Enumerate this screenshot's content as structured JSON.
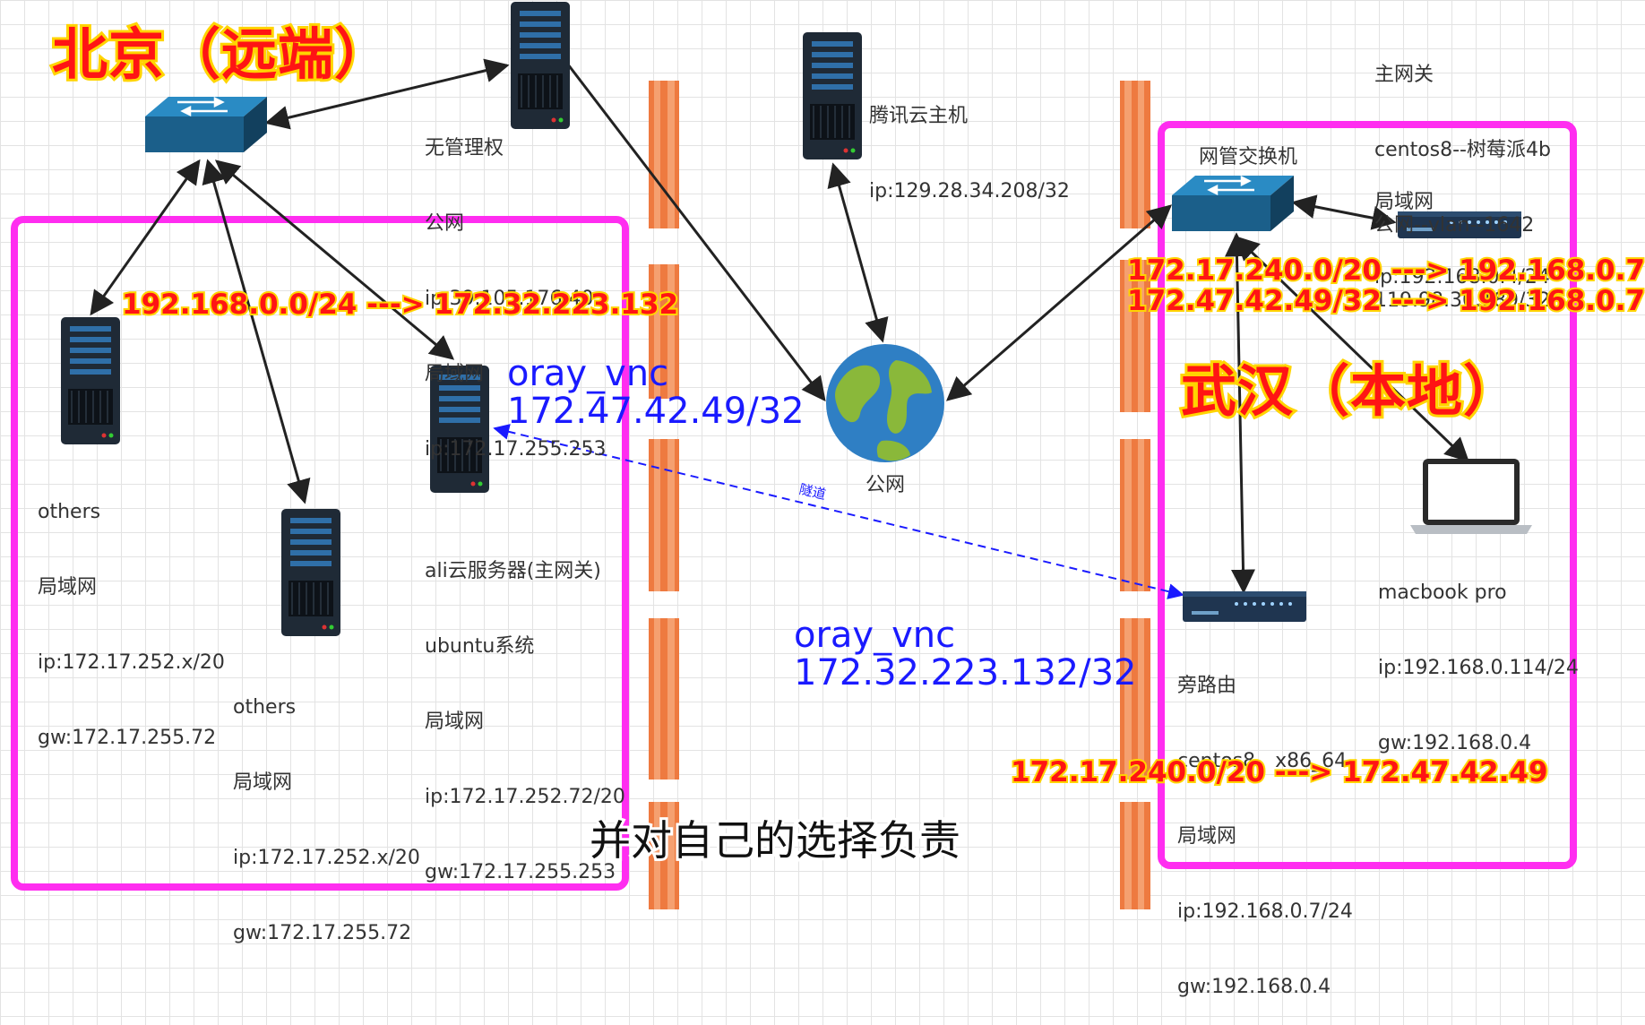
{
  "titles": {
    "beijing": "北京（远端）",
    "wuhan": "武汉（本地）"
  },
  "nodes": {
    "unmanaged_server": {
      "lines": [
        "无管理权",
        "公网",
        "ip:39.105.176.40",
        "局域网",
        "ip:172.17.255.253"
      ]
    },
    "tencent": {
      "lines": [
        "腾讯云主机",
        "ip:129.28.34.208/32"
      ]
    },
    "main_gateway": {
      "lines": [
        "主网关",
        "centos8--树莓派4b",
        "公网--vlan--1642",
        "119.98.30.189/32"
      ]
    },
    "managed_switch": {
      "label": "网管交换机"
    },
    "lan_router": {
      "lines": [
        "局域网",
        "ip:192.168.0.4/24"
      ]
    },
    "others_left": {
      "lines": [
        "others",
        "局域网",
        "ip:172.17.252.x/20",
        "gw:172.17.255.72"
      ]
    },
    "others_bottom": {
      "lines": [
        "others",
        "局域网",
        "ip:172.17.252.x/20",
        "gw:172.17.255.72"
      ]
    },
    "ali_server": {
      "lines": [
        "ali云服务器(主网关)",
        "ubuntu系统",
        "局域网",
        "ip:172.17.252.72/20",
        "gw:172.17.255.253"
      ]
    },
    "internet": {
      "label": "公网"
    },
    "macbook": {
      "lines": [
        "macbook pro",
        "ip:192.168.0.114/24",
        "gw:192.168.0.4"
      ]
    },
    "side_router": {
      "lines": [
        "旁路由",
        "centos8，x86_64",
        "局域网",
        "ip:192.168.0.7/24",
        "gw:192.168.0.4"
      ]
    }
  },
  "routes": {
    "beijing_route": "192.168.0.0/24 ---> 172.32.223.132",
    "wuhan_route_1": "172.17.240.0/20 ---> 192.168.0.7",
    "wuhan_route_2": "172.47.42.49/32 ---> 192.168.0.7",
    "side_router_route": "172.17.240.0/20 ---> 172.47.42.49"
  },
  "vnc": {
    "beijing_name": "oray_vnc",
    "beijing_ip": "172.47.42.49/32",
    "wuhan_name": "oray_vnc",
    "wuhan_ip": "172.32.223.132/32",
    "tunnel_label": "隧道"
  },
  "subtitle": "并对自己的选择负责",
  "colors": {
    "region_border": "#ff2df0",
    "route_text": "#ff1414",
    "route_stroke": "#ffd400",
    "vnc_text": "#1a1aff",
    "firewall": "#f08040",
    "server_body": "#1f2a36",
    "switch_body": "#1b5f8a"
  },
  "icons": [
    "server-icon",
    "switch-icon",
    "router-icon",
    "globe-icon",
    "laptop-icon",
    "firewall-icon"
  ]
}
